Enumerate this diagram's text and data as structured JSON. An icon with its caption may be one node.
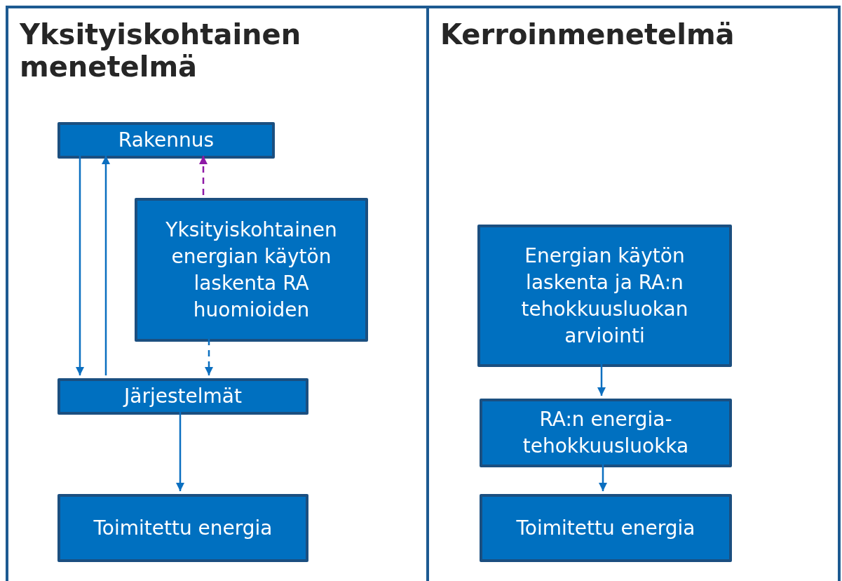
{
  "diagram": {
    "nodes": [
      {
        "text": [
          "Yksityiskohtainen menetelmä"
        ]
      },
      {
        "text": [
          "Rakennus"
        ],
        "in": 0
      },
      {
        "text": [
          "Yksityiskohtainen energian käytön laskenta RA huomioiden"
        ],
        "in": 0
      },
      {
        "text": [
          "Järjestelmät"
        ],
        "in": 0
      },
      {
        "text": [
          "Toimitettu energia"
        ],
        "in": 0
      },
      {
        "text": [
          "Kerroinmenetelmä"
        ]
      },
      {
        "text": [
          "Energian käytön laskenta ja RA:n tehokkuusluokan arviointi"
        ],
        "in": 5
      },
      {
        "text": [
          "RA:n energia-tehokkuusluokka"
        ],
        "in": 5
      },
      {
        "text": [
          "Toimitettu energia"
        ],
        "in": 5
      }
    ],
    "edges": [
      {
        "from": 1,
        "to": 3,
        "arrow": "to"
      },
      {
        "from": 3,
        "to": 1,
        "arrow": "to"
      },
      {
        "from": 2,
        "to": 1,
        "arrow": "to",
        "style": "dashed",
        "color": "#8e1aa6"
      },
      {
        "from": 2,
        "to": 3,
        "arrow": "to",
        "style": "dashed"
      },
      {
        "from": 3,
        "to": 4,
        "arrow": "to"
      },
      {
        "from": 6,
        "to": 7,
        "arrow": "to"
      },
      {
        "from": 7,
        "to": 8,
        "arrow": "to"
      }
    ]
  }
}
